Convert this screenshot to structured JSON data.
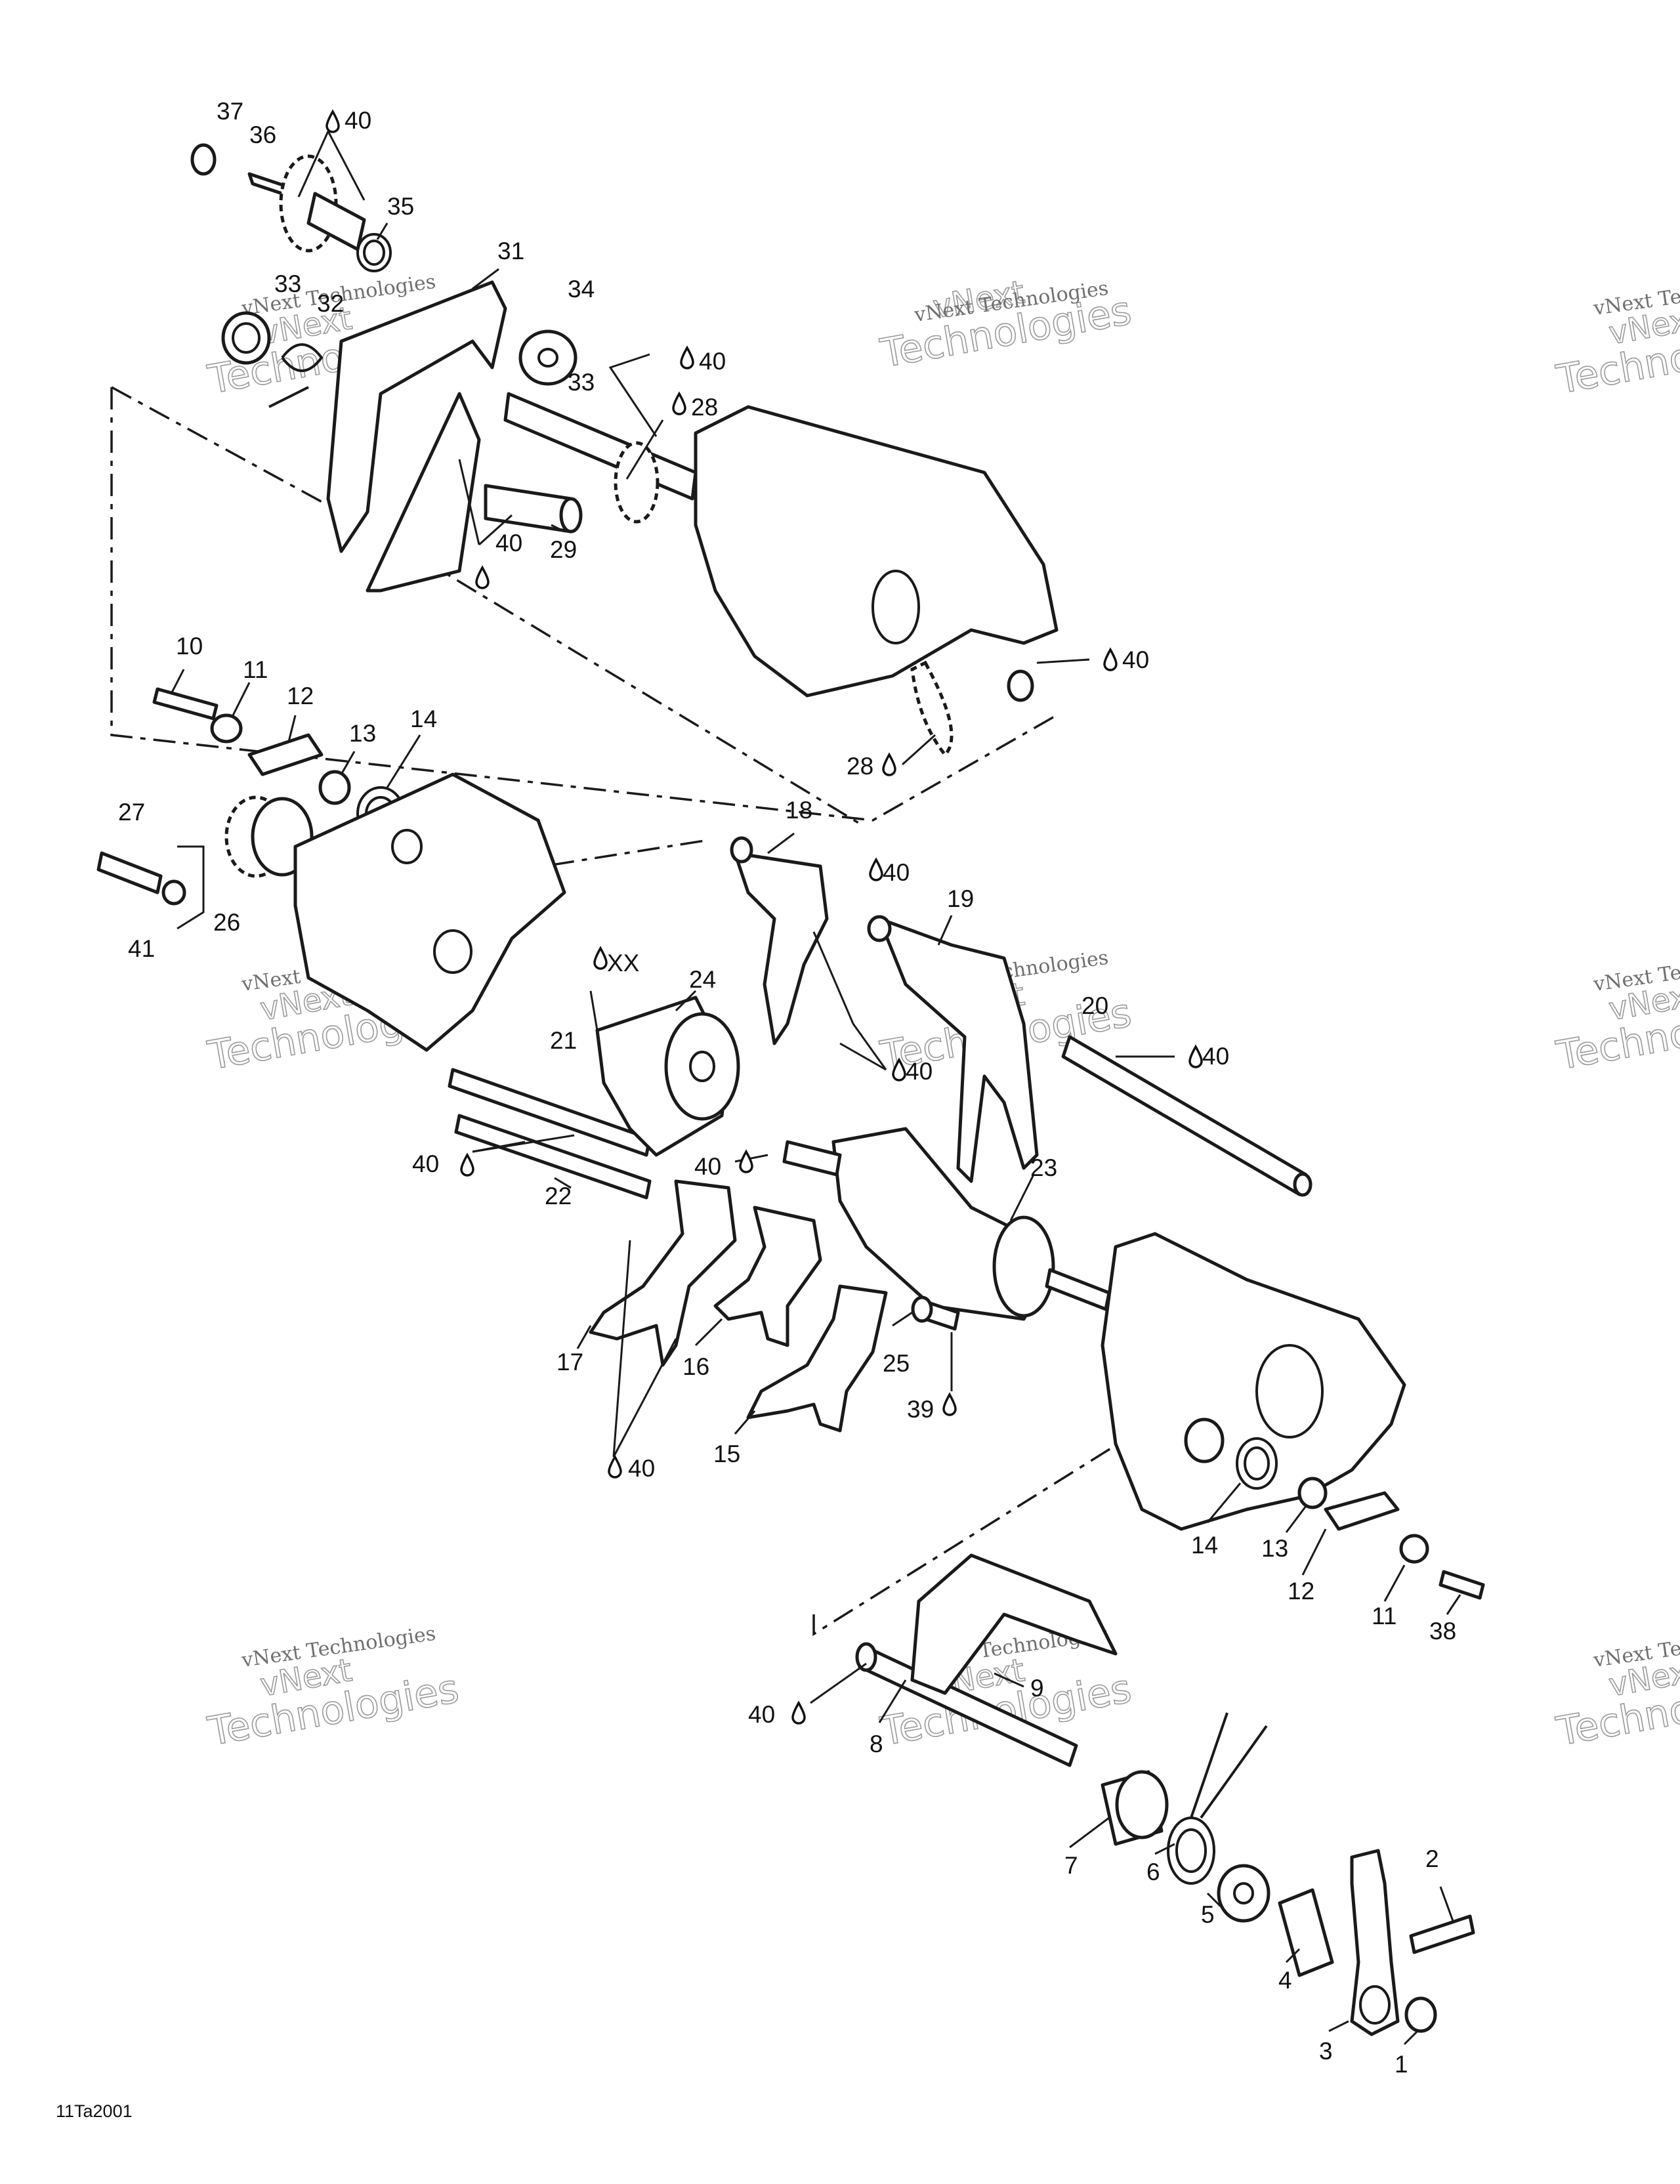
{
  "drawing_code": "11Ta2001",
  "watermark": {
    "line1": "vNext",
    "line2": "Technologies",
    "small": "vNext Technologies"
  },
  "callouts": [
    {
      "id": "c37",
      "text": "37"
    },
    {
      "id": "c36",
      "text": "36"
    },
    {
      "id": "c40a",
      "text": "40"
    },
    {
      "id": "c35",
      "text": "35"
    },
    {
      "id": "c31",
      "text": "31"
    },
    {
      "id": "c33a",
      "text": "33"
    },
    {
      "id": "c32",
      "text": "32"
    },
    {
      "id": "c34",
      "text": "34"
    },
    {
      "id": "c40b",
      "text": "40"
    },
    {
      "id": "c33b",
      "text": "33"
    },
    {
      "id": "c28a",
      "text": "28"
    },
    {
      "id": "c40c",
      "text": "40"
    },
    {
      "id": "c29",
      "text": "29"
    },
    {
      "id": "c40d",
      "text": "40"
    },
    {
      "id": "c28b",
      "text": "28"
    },
    {
      "id": "c10",
      "text": "10"
    },
    {
      "id": "c11a",
      "text": "11"
    },
    {
      "id": "c12a",
      "text": "12"
    },
    {
      "id": "c13a",
      "text": "13"
    },
    {
      "id": "c14a",
      "text": "14"
    },
    {
      "id": "c27",
      "text": "27"
    },
    {
      "id": "c41",
      "text": "41"
    },
    {
      "id": "c26",
      "text": "26"
    },
    {
      "id": "c18",
      "text": "18"
    },
    {
      "id": "c40e",
      "text": "40"
    },
    {
      "id": "c19",
      "text": "19"
    },
    {
      "id": "cXX",
      "text": "XX"
    },
    {
      "id": "c24",
      "text": "24"
    },
    {
      "id": "c20",
      "text": "20"
    },
    {
      "id": "c40f",
      "text": "40"
    },
    {
      "id": "c40g",
      "text": "40"
    },
    {
      "id": "c21",
      "text": "21"
    },
    {
      "id": "c40h",
      "text": "40"
    },
    {
      "id": "c22",
      "text": "22"
    },
    {
      "id": "c40i",
      "text": "40"
    },
    {
      "id": "c23",
      "text": "23"
    },
    {
      "id": "c17",
      "text": "17"
    },
    {
      "id": "c16",
      "text": "16"
    },
    {
      "id": "c25",
      "text": "25"
    },
    {
      "id": "c39",
      "text": "39"
    },
    {
      "id": "c15",
      "text": "15"
    },
    {
      "id": "c40j",
      "text": "40"
    },
    {
      "id": "c14b",
      "text": "14"
    },
    {
      "id": "c13b",
      "text": "13"
    },
    {
      "id": "c12b",
      "text": "12"
    },
    {
      "id": "c11b",
      "text": "11"
    },
    {
      "id": "c38",
      "text": "38"
    },
    {
      "id": "c9",
      "text": "9"
    },
    {
      "id": "c40k",
      "text": "40"
    },
    {
      "id": "c8",
      "text": "8"
    },
    {
      "id": "c7",
      "text": "7"
    },
    {
      "id": "c6",
      "text": "6"
    },
    {
      "id": "c5",
      "text": "5"
    },
    {
      "id": "c4",
      "text": "4"
    },
    {
      "id": "c3",
      "text": "3"
    },
    {
      "id": "c2",
      "text": "2"
    },
    {
      "id": "c1",
      "text": "1"
    }
  ]
}
